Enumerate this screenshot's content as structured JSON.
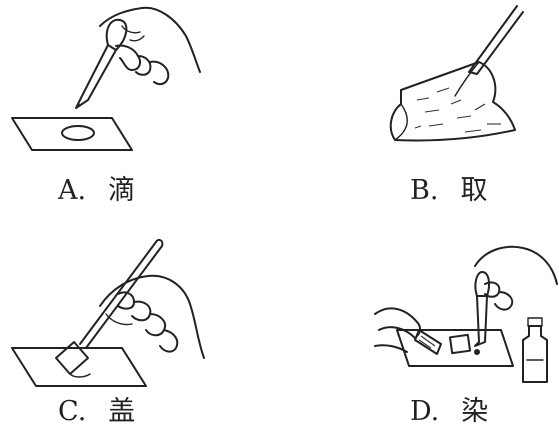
{
  "figure": {
    "panels": [
      {
        "id": "A",
        "letter": "A.",
        "verb": "滴",
        "tool": "dropper"
      },
      {
        "id": "B",
        "letter": "B.",
        "verb": "取",
        "tool": "tweezers"
      },
      {
        "id": "C",
        "letter": "C.",
        "verb": "盖",
        "tool": "tweezers"
      },
      {
        "id": "D",
        "letter": "D.",
        "verb": "染",
        "tool": "dropper"
      }
    ]
  }
}
